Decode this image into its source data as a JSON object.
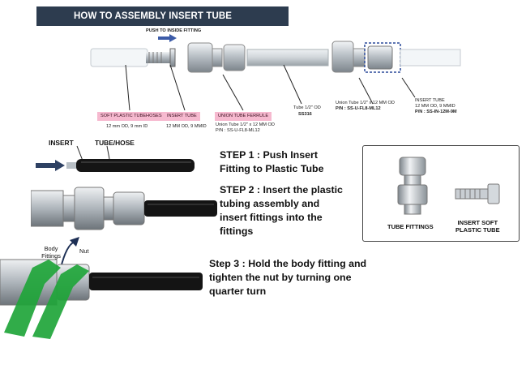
{
  "header": {
    "title": "HOW TO ASSEMBLY INSERT TUBE PLASTIC/HOSES"
  },
  "push_label": "PUSH TO INSIDE FITTING",
  "diagram": {
    "soft_plastic": {
      "title": "SOFT PLASTIC TUBEHOSES",
      "spec": "12 mm OD, 9 mm ID"
    },
    "insert_tube": {
      "title": "INSERT TUBE",
      "spec": "12 MM OD, 9 MMID"
    },
    "union_ferrule": {
      "title": "UNION TUBE FERRULE",
      "line1": "Union Tube 1/2\" x 12 MM OD",
      "line2": "P/N : SS-U-FL8-ML12"
    },
    "tube": {
      "line1": "Tube 1/2\" OD",
      "line2": "SS316"
    },
    "union_right": {
      "line1": "Union Tube 1/2\" x 12 MM OD",
      "line2": "P/N : SS-U-FL8-ML12"
    },
    "insert_right": {
      "line1": "INSERT TUBE",
      "line2": "12 MM OD, 9 MMID",
      "line3": "P/N : SS-IN-12M-9M"
    }
  },
  "labels": {
    "insert": "INSERT",
    "tube_hose": "TUBE/HOSE",
    "body_fittings": "Body Fittings",
    "nut": "Nut"
  },
  "steps": {
    "step1": [
      "STEP 1 : Push Insert",
      "Fitting to Plastic Tube"
    ],
    "step2": [
      "STEP 2 : Insert the plastic",
      "tubing assembly and",
      "insert fittings into the",
      "fittings"
    ],
    "step3": [
      "Step 3 : Hold the body fitting and",
      "tighten the nut by turning one",
      "quarter turn"
    ]
  },
  "legend_box": {
    "tube_fittings": "TUBE FITTINGS",
    "insert_soft": [
      "INSERT SOFT",
      "PLASTIC TUBE"
    ]
  },
  "colors": {
    "banner": "#2d3c4f",
    "pink": "#f6b9cf",
    "arrow_blue": "#3c5ba8",
    "green": "#1fa53a",
    "steel": "#c9ced3",
    "hose": "#1a1a1a"
  }
}
